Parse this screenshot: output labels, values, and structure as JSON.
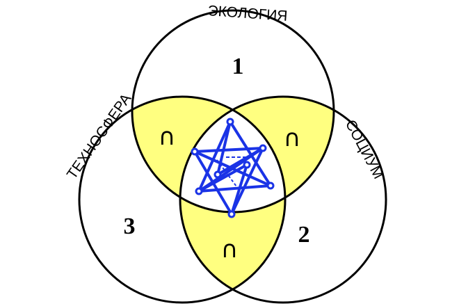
{
  "title": "Venn diagram: ecology, society, technosphere",
  "sets": [
    {
      "id": "top",
      "label": "ЭКОЛОГИЯ",
      "number": "1"
    },
    {
      "id": "right",
      "label": "СОЦИУМ",
      "number": "2"
    },
    {
      "id": "left",
      "label": "ТЕХНОСФЕРА",
      "number": "3"
    }
  ],
  "intersection_symbol": "∩",
  "colors": {
    "pairwise": "#ffff80",
    "outline": "#000000",
    "star": "#1a33e6",
    "center": "#ffffff"
  }
}
